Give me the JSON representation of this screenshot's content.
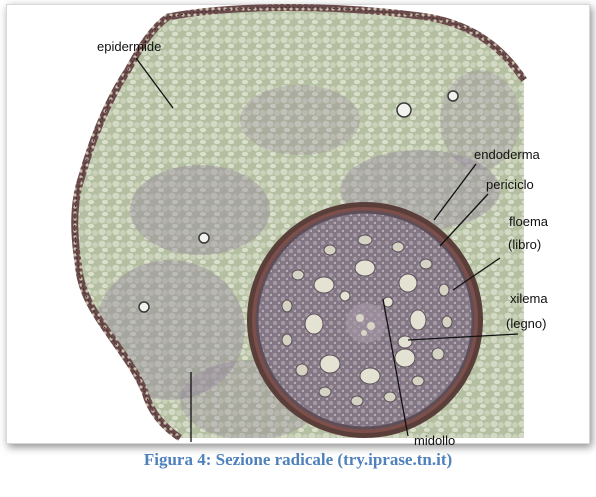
{
  "figure": {
    "caption": "Figura 4: Sezione radicale (try.iprase.tn.it)",
    "labels": {
      "epidermide": "epidermide",
      "endoderma": "endoderma",
      "periciclo": "periciclo",
      "floema": "floema",
      "libro": "(libro)",
      "xilema": "xilema",
      "legno": "(legno)",
      "midollo": "midollo"
    }
  },
  "colors": {
    "cortex": "#b4bfa1",
    "cells": "#d3d9c4",
    "purple_tissue": "#8a7896",
    "endoderm_ring": "#5a3e3a",
    "stele": "#7c6f78",
    "caption": "#4f81bd"
  }
}
